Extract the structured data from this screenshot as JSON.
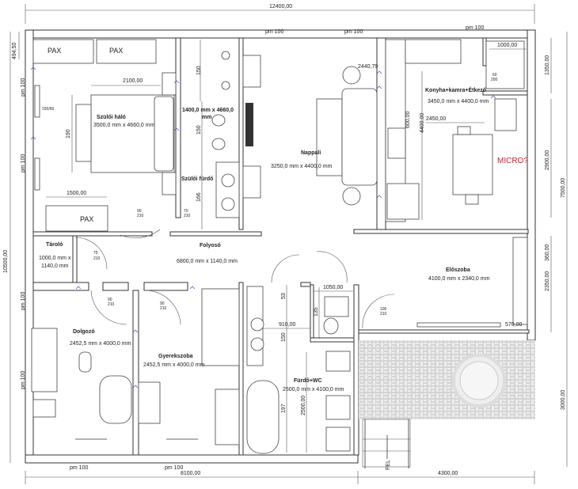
{
  "overall": {
    "width_top": "12400,00",
    "height_left": "10500,00",
    "left_offset": "494,50",
    "right_dims": [
      "1350,00",
      "2900,00",
      "7500,00",
      "360,00",
      "2350,00",
      "3000,00"
    ],
    "bottom_left": "8100,00",
    "bottom_right": "4300,00"
  },
  "window_labels": {
    "pm": "pm 100",
    "stair_dir": "FEL",
    "window_size": "150/60"
  },
  "rooms": {
    "master_bedroom": {
      "name": "Szülői háló",
      "size": "3500,0 mm x 4660,0 mm"
    },
    "master_bath": {
      "name": "Szülői fürdő",
      "size_line1": "1400,0 mm x 4660,0",
      "size_line2": "mm"
    },
    "living": {
      "name": "Nappali",
      "size": "3250,0 mm x 4400,0 mm"
    },
    "kitchen": {
      "name": "Konyha+kamra+Étkező",
      "size": "3450,0 mm x 4400,0 mm"
    },
    "storage": {
      "name": "Tároló",
      "size_line1": "1000,0 mm x",
      "size_line2": "1140,0 mm"
    },
    "corridor": {
      "name": "Folyosó",
      "size": "6800,0 mm x 1140,0 mm"
    },
    "hall": {
      "name": "Előszoba",
      "size": "4100,0 mm x 2340,0 mm"
    },
    "study": {
      "name": "Dolgozó",
      "size": "2452,5 mm x 4000,0 mm"
    },
    "kids": {
      "name": "Gyerekszoba",
      "size": "2452,5 mm x 4000,0 mm"
    },
    "bath": {
      "name": "Fürdő+WC",
      "size": "2500,0 mm x 4100,0 mm"
    }
  },
  "furniture": {
    "wardrobe": "PAX",
    "note": "MICRO?"
  },
  "dimensions": {
    "bed_width": "2100,00",
    "bed_length": "190",
    "wardrobe_len": "1500,00",
    "bath_a": "150",
    "bath_b": "150",
    "bath_c": "166",
    "sofa_circle": "2440,79",
    "kitchen_depth": "600,00",
    "kitchen_len": "4400,00",
    "kitchen_width": "2450,00",
    "pantry_w": "1000,00",
    "bath2_w": "910,00",
    "bath2_a": "53",
    "bath2_b": "150",
    "bath2_c": "197",
    "bath2_len": "2500,00",
    "wc_h": "135",
    "wc_w": "1050,00",
    "hall_w": "570,00"
  },
  "doors": {
    "d90": {
      "w": "90",
      "h": "210"
    },
    "d70": {
      "w": "70",
      "h": "210"
    },
    "d75": {
      "w": "75",
      "h": "210"
    },
    "d100": {
      "w": "100",
      "h": "210"
    },
    "d60": {
      "w": "60",
      "h": "200"
    }
  }
}
